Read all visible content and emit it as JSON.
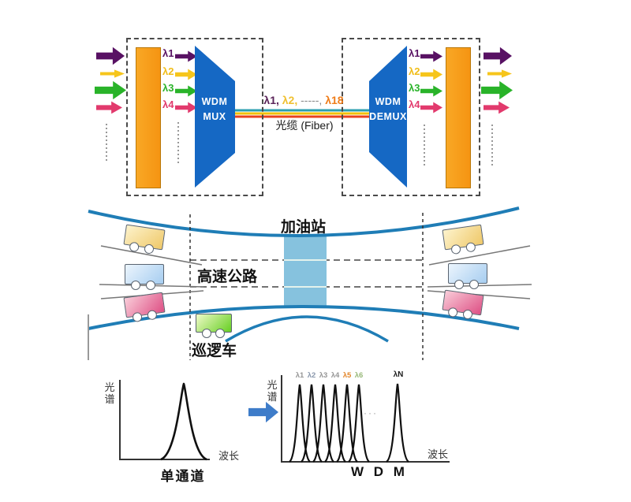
{
  "top": {
    "mux": {
      "line1": "WDM",
      "line2": "MUX"
    },
    "demux": {
      "line1": "WDM",
      "line2": "DEMUX"
    },
    "channels": [
      {
        "label": "λ1",
        "color": "#581163"
      },
      {
        "label": "λ2",
        "color": "#f0bd18"
      },
      {
        "label": "λ3",
        "color": "#29b329"
      },
      {
        "label": "λ4",
        "color": "#e23a6d"
      }
    ],
    "fiber": {
      "p1": "λ1,",
      "p2": "λ2,",
      "p3": "-----,",
      "p4": "λ18",
      "caption": "光缆 (Fiber)",
      "stripe_colors": [
        "#2b9fb0",
        "#f3c000",
        "#e8411c"
      ]
    },
    "block_color": "#1568c4",
    "bar_color": "#f59412"
  },
  "middle": {
    "gas_station": "加油站",
    "highway": "高速公路",
    "patrol": "巡逻车",
    "road_color": "#1f7db6",
    "station_fill": "#86c2de"
  },
  "bottom": {
    "left": {
      "ylabel": "光谱",
      "xlabel": "波长",
      "caption": "单通道"
    },
    "right": {
      "ylabel": "光谱",
      "xlabel": "波长",
      "caption": "W D M",
      "peak_labels": [
        "λ1",
        "λ2",
        "λ3",
        "λ4",
        "λ5",
        "λ6"
      ],
      "peak_n": "λN",
      "ellipsis": "···"
    },
    "arrow_color": "#3e7cc9"
  }
}
